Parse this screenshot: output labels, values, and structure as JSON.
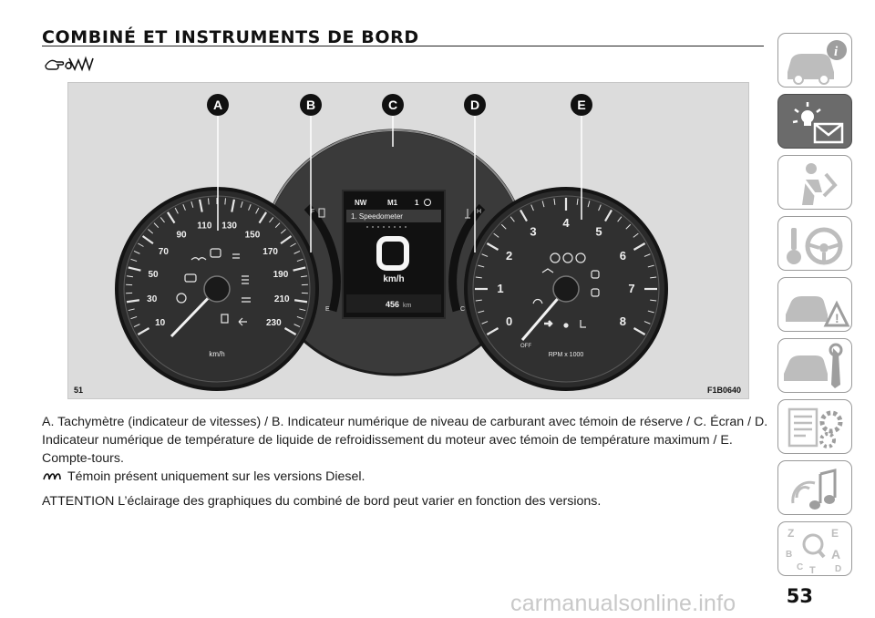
{
  "header": {
    "title": "COMBINÉ ET INSTRUMENTS DE BORD"
  },
  "figure": {
    "callouts": [
      "A",
      "B",
      "C",
      "D",
      "E"
    ],
    "number": "51",
    "code": "F1B0640",
    "speedometer": {
      "ticks": [
        "10",
        "30",
        "50",
        "70",
        "90",
        "110",
        "130",
        "150",
        "170",
        "190",
        "210",
        "230"
      ],
      "unit": "km/h"
    },
    "fuel_gauge": {
      "full": "F",
      "empty": "E"
    },
    "display": {
      "heading": "NW",
      "mode": "M1",
      "item_number": "1",
      "menu_item": "1. Speedometer",
      "speed": "0",
      "unit": "km/h",
      "odometer_value": "456",
      "odometer_unit": "km"
    },
    "temp_gauge": {
      "hot": "H",
      "cold": "C"
    },
    "tachometer": {
      "ticks": [
        "0",
        "1",
        "2",
        "3",
        "4",
        "5",
        "6",
        "7",
        "8"
      ],
      "unit": "RPM x 1000",
      "off_label": "OFF"
    }
  },
  "caption": "A. Tachymètre (indicateur de vitesses) / B. Indicateur numérique de niveau de carburant avec témoin de réserve / C. Écran / D. Indicateur numérique de température de liquide de refroidissement du moteur avec témoin de température maximum / E. Compte-tours.",
  "note": "Témoin présent uniquement sur les versions Diesel.",
  "attention": "ATTENTION L’éclairage des graphiques du combiné de bord peut varier en fonction des versions.",
  "page_number": "53",
  "watermark": "carmanualsonline.info",
  "sidebar": {
    "tabs": [
      {
        "name": "vehicle-info",
        "icon": "car-info-icon",
        "active": false
      },
      {
        "name": "warning-lights",
        "icon": "warning-light-envelope-icon",
        "active": true
      },
      {
        "name": "safety",
        "icon": "seatbelt-airbag-icon",
        "active": false
      },
      {
        "name": "starting-driving",
        "icon": "key-steering-wheel-icon",
        "active": false
      },
      {
        "name": "emergency",
        "icon": "car-warning-triangle-icon",
        "active": false
      },
      {
        "name": "maintenance",
        "icon": "car-wrench-icon",
        "active": false
      },
      {
        "name": "technical-data",
        "icon": "list-gears-icon",
        "active": false
      },
      {
        "name": "multimedia",
        "icon": "music-note-icon",
        "active": false
      },
      {
        "name": "index",
        "icon": "alphabet-search-icon",
        "active": false
      }
    ],
    "index_letters": [
      "Z",
      "E",
      "A",
      "B",
      "C",
      "D",
      "T"
    ]
  }
}
